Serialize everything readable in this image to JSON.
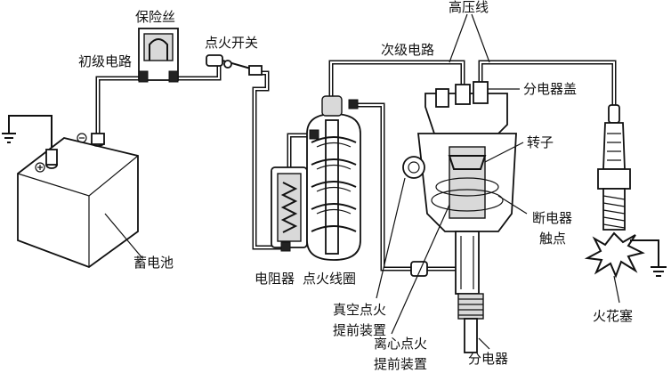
{
  "labels": {
    "fuse": "保险丝",
    "primary_circuit": "初级电路",
    "ignition_switch": "点火开关",
    "high_voltage_wire": "高压线",
    "secondary_circuit": "次级电路",
    "distributor_cap": "分电器盖",
    "rotor": "转子",
    "breaker_contacts_1": "断电器",
    "breaker_contacts_2": "触点",
    "battery": "蓄电池",
    "resistor": "电阻器",
    "ignition_coil": "点火线圈",
    "vacuum_advance_1": "真空点火",
    "vacuum_advance_2": "提前装置",
    "centrifugal_advance_1": "离心点火",
    "centrifugal_advance_2": "提前装置",
    "distributor": "分电器",
    "spark_plug": "火花塞"
  }
}
